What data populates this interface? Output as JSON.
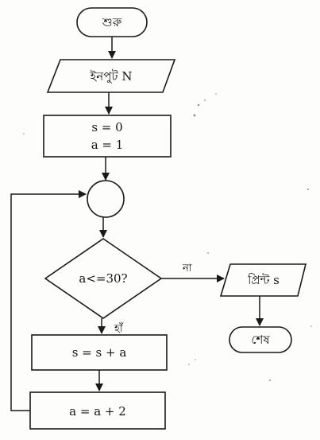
{
  "flowchart": {
    "start": "শুরু",
    "input": "ইনপুট N",
    "init": {
      "line1": "s = 0",
      "line2": "a = 1"
    },
    "condition": "a<=30?",
    "no_label": "না",
    "yes_label": "হাঁ",
    "print": "প্রিন্ট s",
    "end": "শেষ",
    "update_s": "s = s + a",
    "update_a": "a = a + 2"
  }
}
